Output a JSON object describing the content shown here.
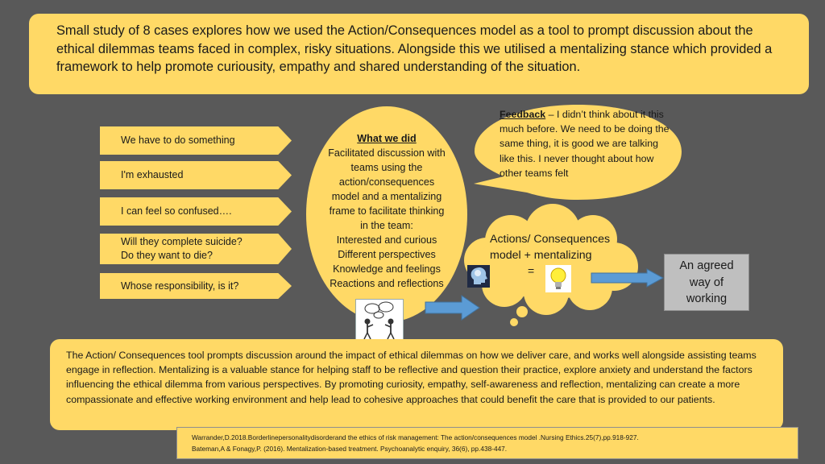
{
  "summary": "Small study of 8 cases explores how we used the Action/Consequences model as a tool to prompt discussion about the ethical dilemmas teams faced in complex, risky situations. Alongside this we utilised a mentalizing stance which provided a framework to help promote curiousity, empathy and shared understanding of the situation.",
  "quotes": [
    {
      "line1": "We have to do something",
      "line2": ""
    },
    {
      "line1": "I'm exhausted",
      "line2": ""
    },
    {
      "line1": "I can feel so confused….",
      "line2": ""
    },
    {
      "line1": "Will they complete suicide?",
      "line2": "Do they want to die?"
    },
    {
      "line1": "Whose responsibility, is it?",
      "line2": ""
    }
  ],
  "what_we_did": {
    "heading": "What we did",
    "lines": [
      "Facilitated discussion with",
      "teams using the",
      "action/consequences",
      "model and a mentalizing",
      "frame to facilitate thinking",
      "in the team:",
      "Interested and curious",
      "Different perspectives",
      "Knowledge and feelings",
      "Reactions and reflections"
    ]
  },
  "feedback": {
    "label": "Feedback",
    "text": " – I didn’t think about it this much before.  We need to be doing the same thing, it is good we are talking like this. I never thought about how other teams felt"
  },
  "cloud": {
    "line1": "Actions/ Consequences",
    "line2": "model + mentalizing",
    "equals": "="
  },
  "outcome": {
    "line1": "An agreed",
    "line2": "way of",
    "line3": "working"
  },
  "conclusion": "The Action/ Consequences tool prompts discussion around the impact of ethical dilemmas on how we deliver care, and works well alongside assisting teams engage in reflection. Mentalizing is a valuable stance for helping staff to be reflective and question their practice, explore anxiety and understand the factors influencing the ethical dilemma from various perspectives. By promoting curiosity, empathy, self-awareness and reflection, mentalizing can create a more compassionate and effective working environment and help lead to cohesive approaches that could benefit the care that is provided to our patients.",
  "references": [
    "Warrander,D.2018.Borderlinepersonalitydisorderand the ethics of risk management: The action/consequences model .Nursing Ethics.25(7),pp.918-927.",
    "Bateman,A & Fonagy,P. (2016). Mentalization-based treatment. Psychoanalytic enquiry, 36(6), pp.438-447."
  ],
  "icons": {
    "discussion": "two-people-talking-icon",
    "head": "brain-head-icon",
    "idea": "lightbulb-icon"
  },
  "colors": {
    "background": "#595959",
    "panel": "#ffd966",
    "arrow": "#5b9bd5",
    "outcome_box": "#bfbfbf"
  }
}
